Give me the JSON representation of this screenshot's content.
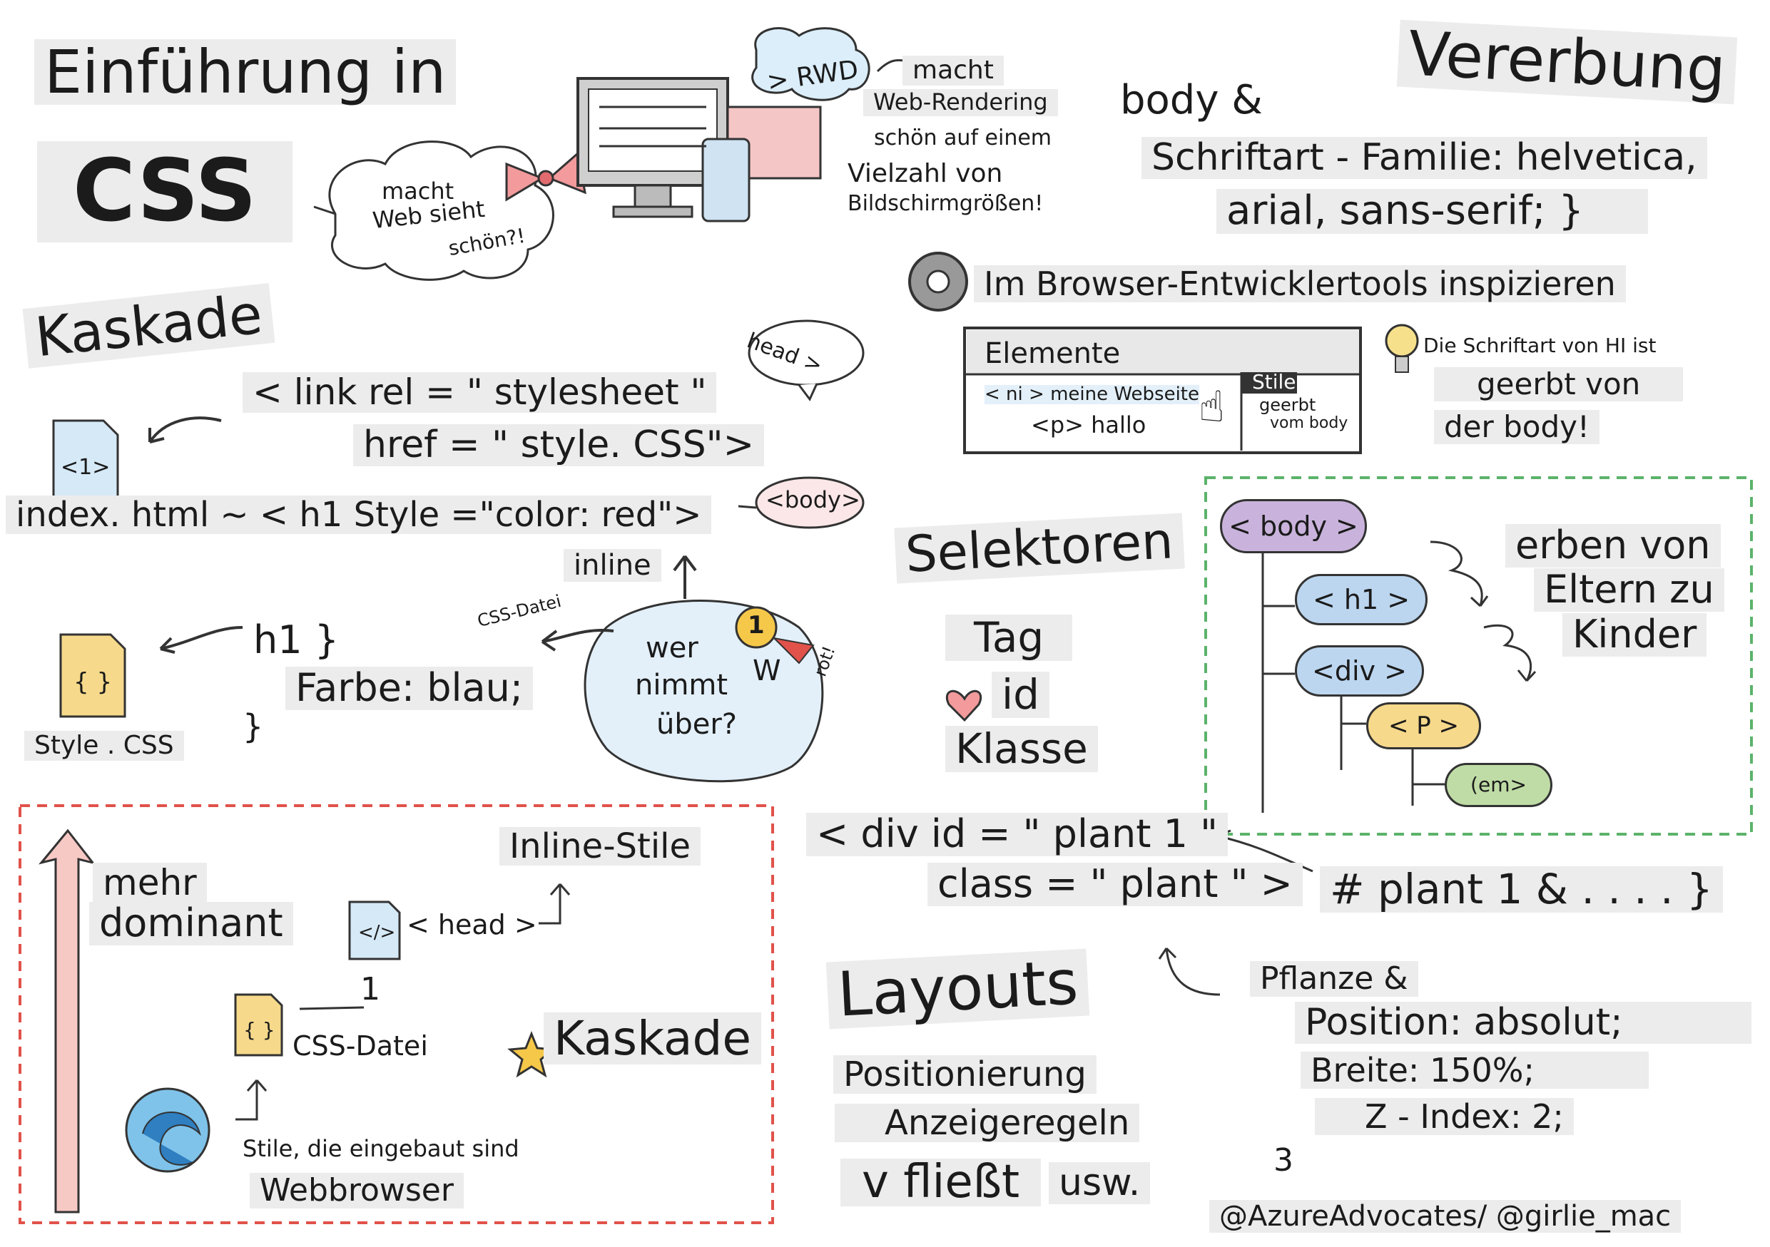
{
  "title": {
    "line1": "Einführung in",
    "line2": "CSS"
  },
  "intro": {
    "cloud_text": [
      "macht",
      "Web sieht",
      "schön?!"
    ],
    "rwd_cloud": "> RWD",
    "rwd_text": [
      "macht",
      "Web-Rendering",
      "schön auf einem",
      "Vielzahl von",
      "Bildschirmgrößen!"
    ]
  },
  "kaskade": {
    "heading": "Kaskade",
    "head_bubble": "head >",
    "link_line1": "< link rel = \" stylesheet \"",
    "link_line2": "href = \" style. CSS\">",
    "doc_icon_label": "<1>",
    "index_line": "index. html ~ < h1 Style =\"color: red\">",
    "body_bubble": "<body>",
    "inline_label": "inline",
    "css_file_label": "CSS-Datei",
    "who_wins": [
      "wer",
      "nimmt",
      "über?"
    ],
    "medal_text": "1",
    "w_letter": "W",
    "rot_label": "rot!",
    "style_rule_lines": [
      "h1 }",
      "Farbe: blau;",
      "}"
    ],
    "style_file_label": "Style . CSS"
  },
  "dominance": {
    "mehr": "mehr",
    "dominant": "dominant",
    "inline_styles": "Inline-Stile",
    "head": "< head >",
    "one": "1",
    "css_file": "CSS-Datei",
    "kaskade": "Kaskade",
    "builtin": "Stile, die eingebaut sind",
    "webbrowser": "Webbrowser"
  },
  "inheritance": {
    "heading": "Vererbung",
    "rule_line1": "body &",
    "rule_line2": "Schriftart - Familie: helvetica,",
    "rule_line3": "arial, sans-serif; }",
    "devtools": "Im Browser-Entwicklertools inspizieren",
    "panel_title": "Elemente",
    "panel_line1": "< ni > meine Webseite",
    "panel_line2": "<p> hallo",
    "stile_tab": "Stile",
    "geerbt": "geerbt",
    "vom_body": "vom body",
    "tip_line1": "Die Schriftart von HI ist",
    "tip_line2": "geerbt von",
    "tip_line3": "der body!"
  },
  "tree": {
    "nodes": [
      "< body >",
      "< h1 >",
      "<div >",
      "< P >",
      "(em>"
    ],
    "caption": [
      "erben von",
      "Eltern zu",
      "Kinder"
    ],
    "colors": {
      "body": "#c9b3dc",
      "h1": "#bcd6f0",
      "div": "#bcd6f0",
      "p": "#f6d98b",
      "em": "#bfdca6"
    }
  },
  "selectors": {
    "heading": "Selektoren",
    "items": [
      "Tag",
      "id",
      "Klasse"
    ],
    "div_line1": "< div id = \" plant 1 \"",
    "div_line2": "class = \" plant \" >",
    "rule": "# plant 1 & . . . . }"
  },
  "layouts": {
    "heading": "Layouts",
    "items": [
      "Positionierung",
      "Anzeigeregeln",
      "v fließt",
      "usw."
    ],
    "rule_lines": [
      "Pflanze &",
      "Position: absolut;",
      "Breite: 150%;",
      "Z - Index: 2;",
      "3"
    ]
  },
  "credit": "@AzureAdvocates/ @girlie_mac",
  "palette": {
    "red_dash": "#e0524a",
    "green_dash": "#5bb36a",
    "arrow_fill": "#f7c9c5",
    "gray_hl": "#ececec"
  }
}
